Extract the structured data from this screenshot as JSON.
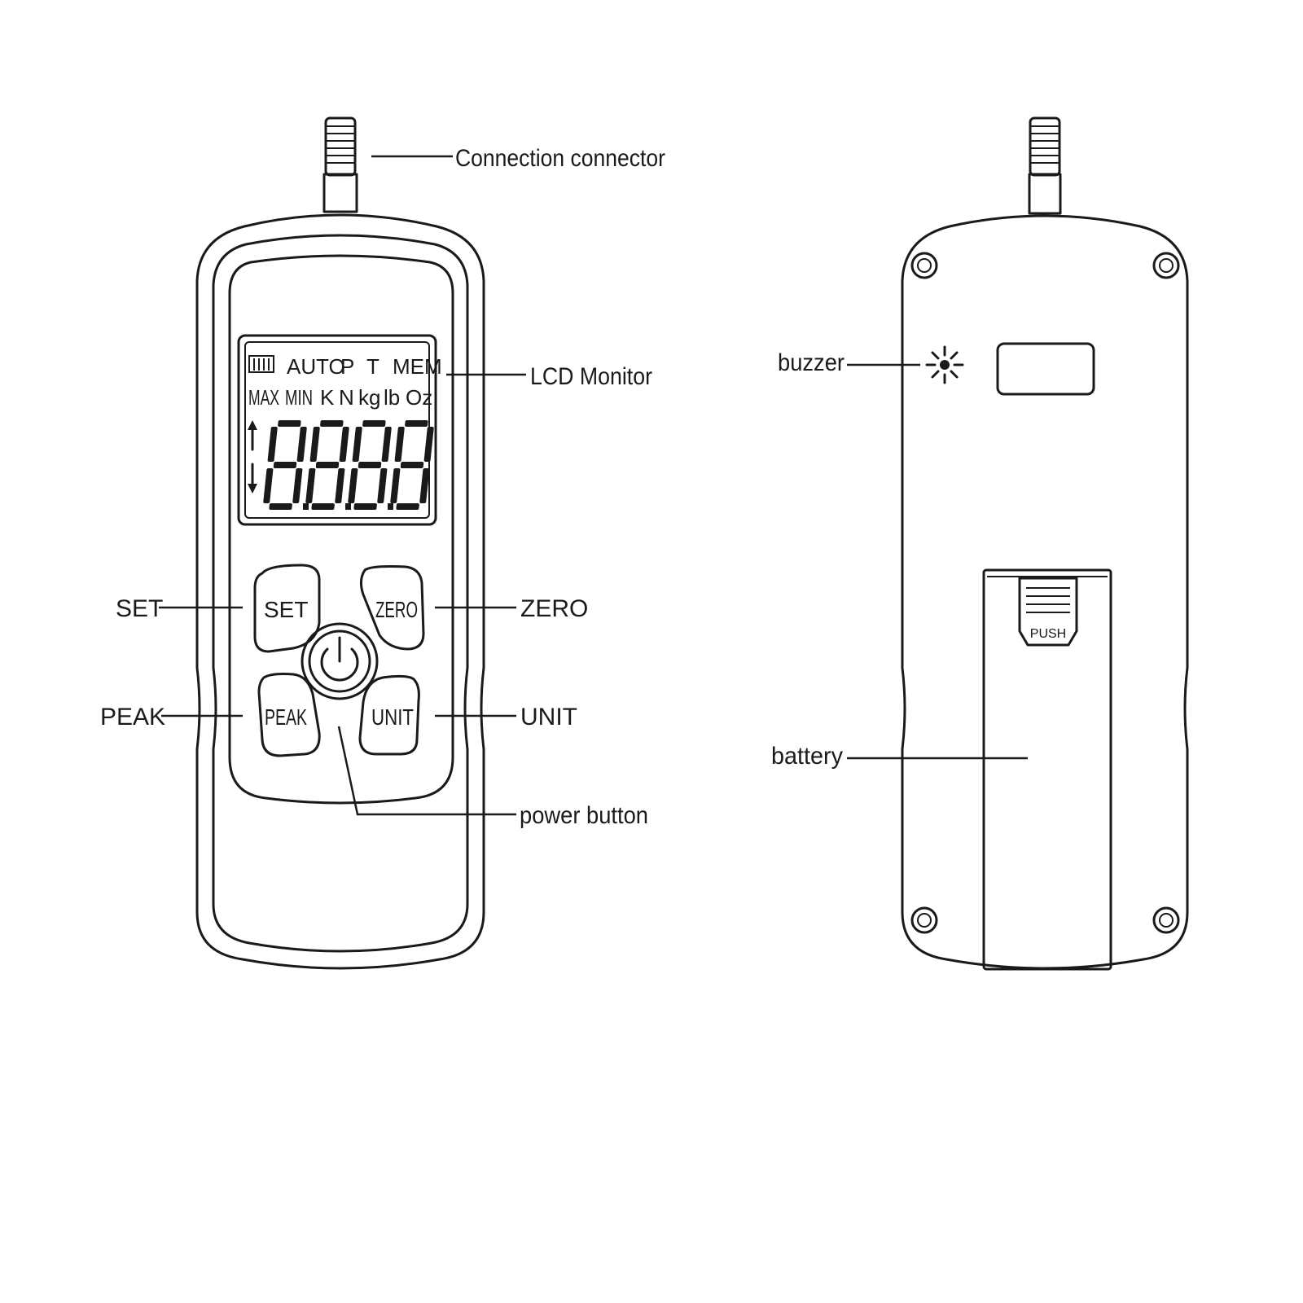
{
  "labels": {
    "connection_connector": "Connection connector",
    "lcd_monitor": "LCD Monitor",
    "set": "SET",
    "zero": "ZERO",
    "peak": "PEAK",
    "unit": "UNIT",
    "power_button": "power button",
    "buzzer": "buzzer",
    "battery": "battery"
  },
  "lcd": {
    "row1": [
      "AUTO",
      "P",
      "T",
      "MEM"
    ],
    "row2": [
      "MAX",
      "MIN",
      "K",
      "N",
      "kg",
      "lb",
      "Oz"
    ],
    "digits": "8.8.8.8"
  },
  "buttons": {
    "set": "SET",
    "zero": "ZERO",
    "peak": "PEAK",
    "unit": "UNIT"
  },
  "battery_cover": {
    "push_label": "PUSH"
  },
  "colors": {
    "ink": "#1a1a1a",
    "background": "#ffffff"
  }
}
